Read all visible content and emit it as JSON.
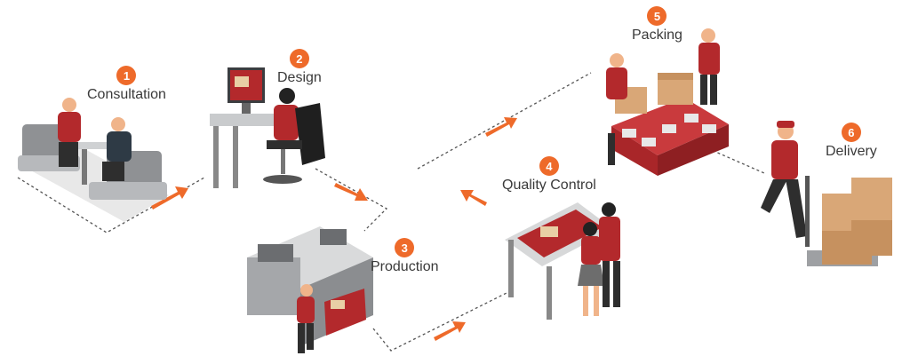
{
  "steps": [
    {
      "number": "1",
      "label": "Consultation"
    },
    {
      "number": "2",
      "label": "Design"
    },
    {
      "number": "3",
      "label": "Production"
    },
    {
      "number": "4",
      "label": "Quality Control"
    },
    {
      "number": "5",
      "label": "Packing"
    },
    {
      "number": "6",
      "label": "Delivery"
    }
  ],
  "colors": {
    "accent": "#ee6a2a",
    "shirt": "#b3292c",
    "dark": "#2e2e2e",
    "gray": "#9ea0a3",
    "box": "#d9a777"
  }
}
